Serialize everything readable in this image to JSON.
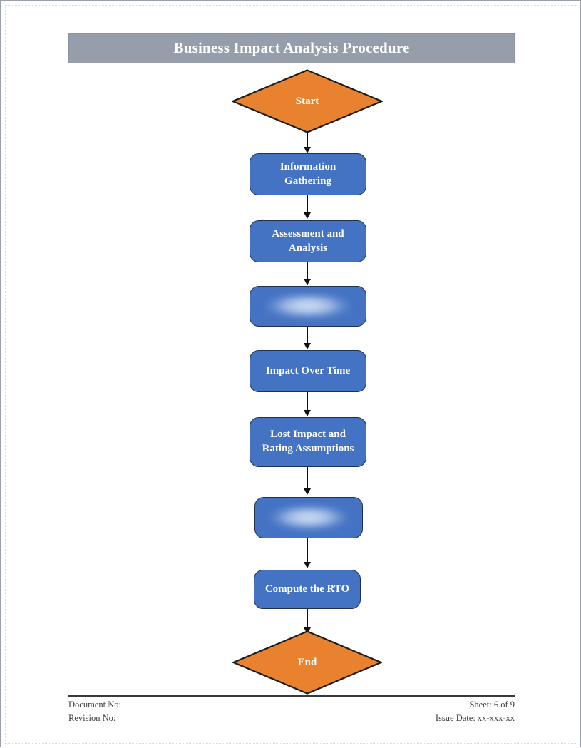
{
  "document": {
    "title": "Business Impact Analysis Procedure",
    "page_background": "#ffffff",
    "title_bar_color": "#959eaa",
    "process_fill_color": "#4573c4",
    "process_border_color": "#20304f",
    "terminator_fill_color": "#e8822e",
    "terminator_border_color": "#1d1d1d",
    "connector_color": "#111111"
  },
  "flowchart": {
    "type": "flowchart",
    "orientation": "top-to-bottom",
    "nodes": [
      {
        "id": "start",
        "shape": "diamond",
        "label": "Start"
      },
      {
        "id": "info",
        "shape": "process",
        "label": "Information\nGathering"
      },
      {
        "id": "assessment",
        "shape": "process",
        "label": "Assessment and\nAnalysis"
      },
      {
        "id": "redacted-1",
        "shape": "process",
        "label": ""
      },
      {
        "id": "impact-time",
        "shape": "process",
        "label": "Impact Over Time"
      },
      {
        "id": "lost-impact",
        "shape": "process",
        "label": "Lost Impact and\nRating Assumptions"
      },
      {
        "id": "redacted-2",
        "shape": "process",
        "label": ""
      },
      {
        "id": "compute-rto",
        "shape": "process",
        "label": "Compute the RTO"
      },
      {
        "id": "end",
        "shape": "diamond",
        "label": "End"
      }
    ],
    "edges": [
      {
        "from": "start",
        "to": "info"
      },
      {
        "from": "info",
        "to": "assessment"
      },
      {
        "from": "assessment",
        "to": "redacted-1"
      },
      {
        "from": "redacted-1",
        "to": "impact-time"
      },
      {
        "from": "impact-time",
        "to": "lost-impact"
      },
      {
        "from": "lost-impact",
        "to": "redacted-2"
      },
      {
        "from": "redacted-2",
        "to": "compute-rto"
      },
      {
        "from": "compute-rto",
        "to": "end"
      }
    ]
  },
  "footer": {
    "document_no_label": "Document No:",
    "revision_no_label": "Revision No:",
    "sheet_label": "Sheet: 6 of 9",
    "issue_date_label": "Issue Date: xx-xxx-xx"
  }
}
